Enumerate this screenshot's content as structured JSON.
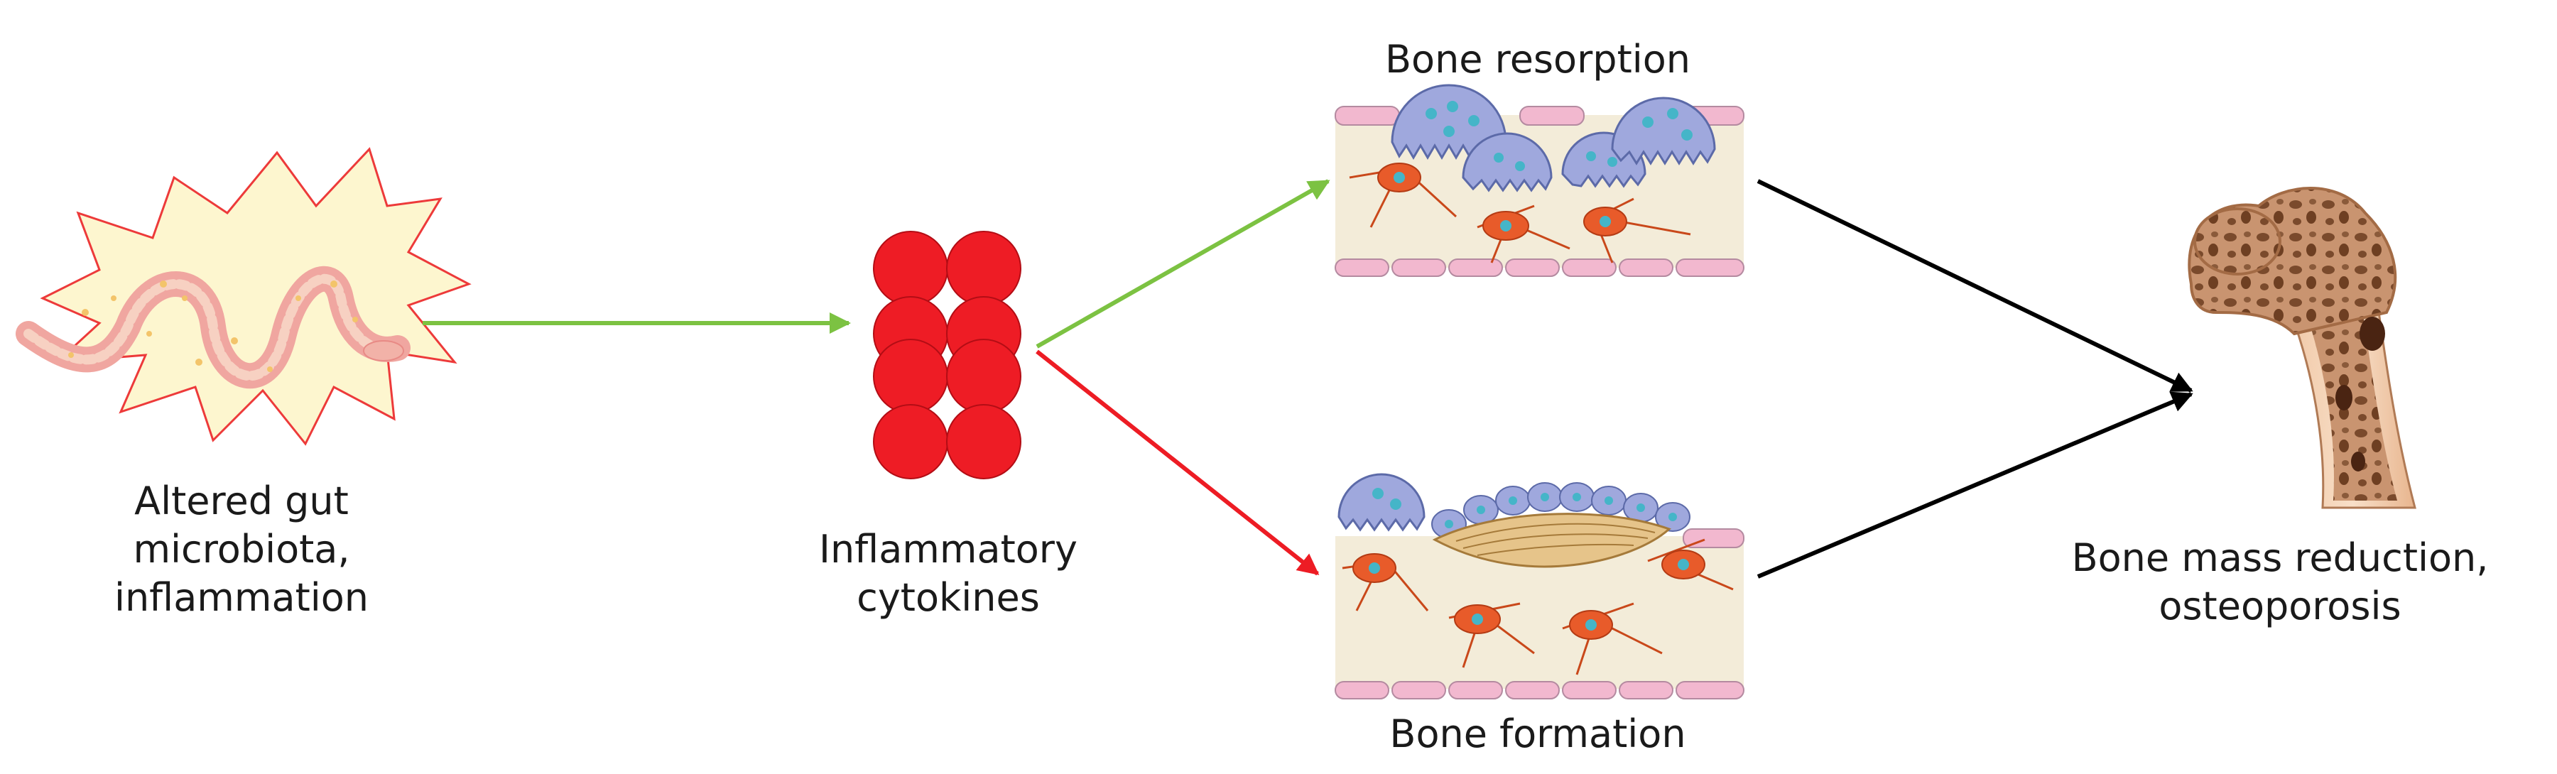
{
  "labels": {
    "gut": "Altered gut\nmicrobiota,\ninflammation",
    "cytokines": "Inflammatory\ncytokines",
    "resorption": "Bone resorption",
    "formation": "Bone formation",
    "outcome": "Bone mass reduction,\nosteoporosis"
  },
  "colors": {
    "green_arrow": "#7cc242",
    "red_arrow": "#ed1c24",
    "black_arrow": "#000000",
    "cytokine": "#ee1c25",
    "osteoclast": "#9fa8dd",
    "osteoblast_cell": "#e85b2a",
    "nucleus": "#45b5c8",
    "lining": "#f2b8cf",
    "matrix": "#f3ecd9",
    "gut_burst_fill": "#fdf6cf",
    "gut_burst_stroke": "#ed3a3a",
    "bone": "#c99470"
  }
}
